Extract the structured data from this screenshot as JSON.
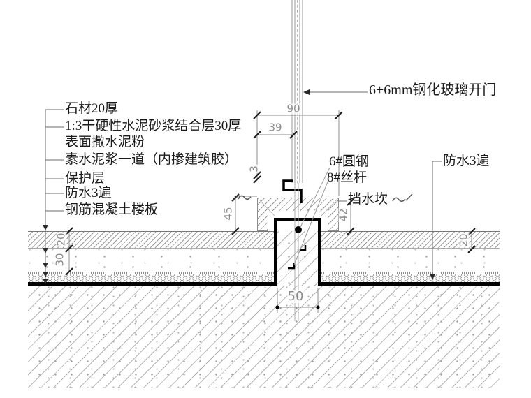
{
  "drawing": {
    "callouts_left": [
      {
        "text": "石材20厚"
      },
      {
        "text": "1:3干硬性水泥砂浆结合层30厚"
      },
      {
        "text": "表面撒水泥粉"
      },
      {
        "text": "素水泥浆一道（内掺建筑胶）"
      },
      {
        "text": "保护层"
      },
      {
        "text": "防水3遍"
      },
      {
        "text": "钢筋混凝土楼板"
      }
    ],
    "callouts_right": {
      "glass_door": "6+6mm钢化玻璃开门",
      "round_steel": "6#圆钢",
      "threaded_rod": "8#丝杆",
      "water_curb": "挡水坎",
      "waterproof": "防水3遍"
    },
    "dimensions": {
      "track_zone_width": "90",
      "edge_to_glass": "39",
      "gap": "3",
      "curb_height_left": "45",
      "curb_height_right": "42",
      "stone_thickness_left": "20",
      "bed_thickness_left": "30",
      "stone_thickness_right": "20",
      "channel_width": "50"
    },
    "colors": {
      "line_black": "#000000",
      "dim_gray": "#8c8c8c",
      "hatch_gray": "#9a9a9a",
      "text_black": "#1a1a1a"
    }
  }
}
